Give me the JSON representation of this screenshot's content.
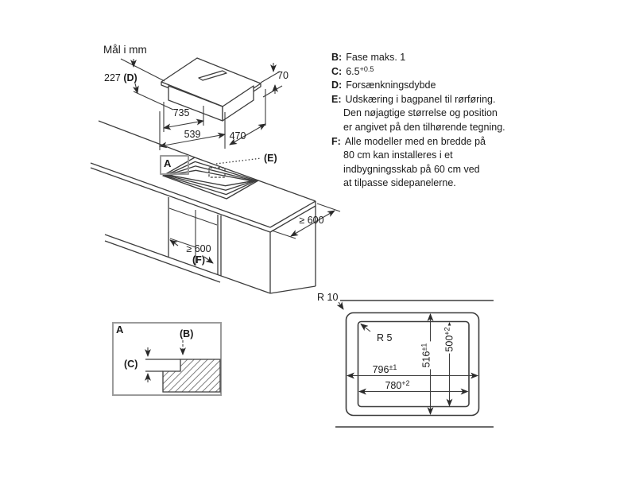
{
  "title": "Mål i mm",
  "colors": {
    "line": "#3c3c3c",
    "text": "#1a1a1a",
    "box_border": "#9b9b9b",
    "background": "#ffffff"
  },
  "legend": {
    "lines": [
      {
        "key": "B:",
        "text": "Fase maks. 1",
        "sup": ""
      },
      {
        "key": "C:",
        "text": "6.5",
        "sup": "+0.5"
      },
      {
        "key": "D:",
        "text": "Forsænkningsdybde",
        "sup": ""
      },
      {
        "key": "E:",
        "text": "Udskæring i bagpanel til rørføring.",
        "sup": ""
      },
      {
        "key": "",
        "text": "Den nøjagtige størrelse og position",
        "sup": ""
      },
      {
        "key": "",
        "text": "er angivet på den tilhørende tegning.",
        "sup": ""
      },
      {
        "key": "F:",
        "text": "Alle modeller med en bredde på",
        "sup": ""
      },
      {
        "key": "",
        "text": "80 cm kan installeres i et",
        "sup": ""
      },
      {
        "key": "",
        "text": "indbygningsskab på 60 cm ved",
        "sup": ""
      },
      {
        "key": "",
        "text": "at tilpasse sidepanelerne.",
        "sup": ""
      }
    ]
  },
  "cooktop": {
    "dim_depth_value": "227",
    "dim_depth_ref": "(D)",
    "dim_height": "70",
    "dim_width_top": "735",
    "dim_width_base": "539",
    "dim_depth_base": "470"
  },
  "cabinet": {
    "detail_callout": "A",
    "rear_panel_ref": "(E)",
    "depth_dim": "≥ 600",
    "width_dim": "≥ 600",
    "width_ref": "(F)"
  },
  "detail_a": {
    "callout": "A",
    "chamfer_ref": "(B)",
    "depth_ref": "(C)"
  },
  "cutout": {
    "radius_outer": "R 10",
    "radius_inner": "R 5",
    "width_outer": {
      "base": "796",
      "sup": "±1"
    },
    "width_inner": {
      "base": "780",
      "sup": "+2"
    },
    "height_outer": {
      "base": "516",
      "sup": "±1"
    },
    "height_inner": {
      "base": "500",
      "sup": "+2"
    }
  }
}
